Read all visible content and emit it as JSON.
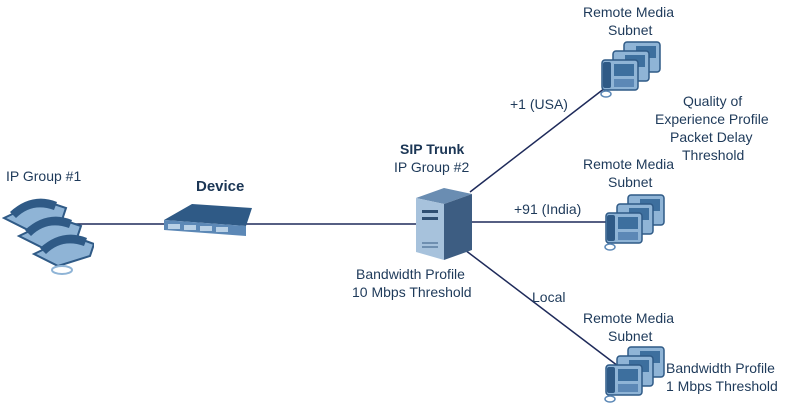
{
  "diagram": {
    "ip_group_1": {
      "label": "IP Group #1",
      "icon": "desk-phones-icon"
    },
    "device": {
      "label": "Device",
      "icon": "media-gateway-icon"
    },
    "sip_trunk": {
      "title": "SIP Trunk",
      "subtitle": "IP Group #2",
      "icon": "server-icon",
      "bandwidth_line1": "Bandwidth Profile",
      "bandwidth_line2": "10 Mbps Threshold"
    },
    "branches": [
      {
        "route_label": "+1 (USA)",
        "subnet_line1": "Remote Media",
        "subnet_line2": "Subnet",
        "profile_lines": [
          "Quality of",
          "Experience Profile",
          "Packet Delay",
          "Threshold"
        ],
        "icon": "ip-phones-icon"
      },
      {
        "route_label": "+91 (India)",
        "subnet_line1": "Remote Media",
        "subnet_line2": "Subnet",
        "profile_lines": [],
        "icon": "ip-phones-icon"
      },
      {
        "route_label": "Local",
        "subnet_line1": "Remote Media",
        "subnet_line2": "Subnet",
        "profile_lines": [
          "Bandwidth Profile",
          "1 Mbps Threshold"
        ],
        "icon": "ip-phones-icon"
      }
    ],
    "colors": {
      "line": "#1e2a5a",
      "icon_dark": "#2f5a86",
      "icon_light": "#8fb4d6",
      "text": "#1e3a5a"
    }
  }
}
